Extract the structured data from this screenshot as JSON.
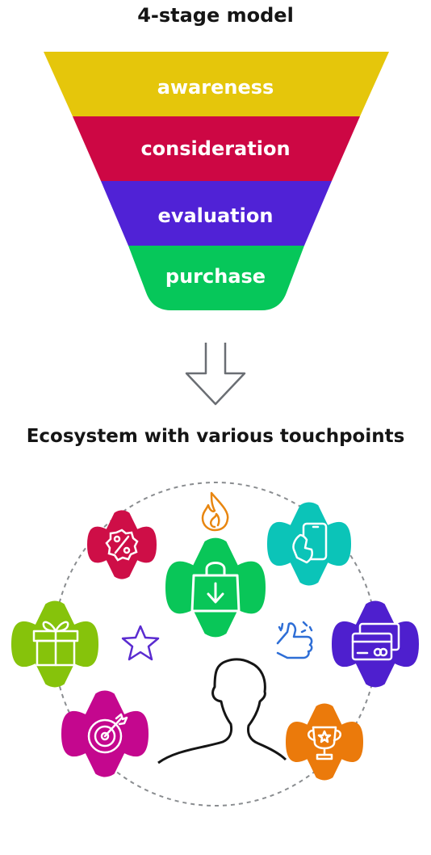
{
  "top_title": "4-stage model",
  "bottom_title": "Ecosystem with various touchpoints",
  "stages": [
    {
      "label": "awareness",
      "color": "#E5C60B"
    },
    {
      "label": "consideration",
      "color": "#CD0744"
    },
    {
      "label": "evaluation",
      "color": "#5022D6"
    },
    {
      "label": "purchase",
      "color": "#06C75A"
    }
  ],
  "touchpoints": [
    {
      "name": "discount-badge",
      "icon": "percent-badge-icon",
      "color": "#CE0E47"
    },
    {
      "name": "flame",
      "icon": "flame-icon",
      "color": "#E88610"
    },
    {
      "name": "mobile-tap",
      "icon": "phone-tap-icon",
      "color": "#0BC4B8"
    },
    {
      "name": "shopping-bag",
      "icon": "shopping-bag-download-icon",
      "color": "#09C658"
    },
    {
      "name": "gift",
      "icon": "gift-icon",
      "color": "#86C30B"
    },
    {
      "name": "star",
      "icon": "star-icon",
      "color": "#5A2BD0"
    },
    {
      "name": "thumbs-up",
      "icon": "sparkle-thumbs-up-icon",
      "color": "#2E6ED6"
    },
    {
      "name": "payment-cards",
      "icon": "credit-cards-icon",
      "color": "#4E1FCE"
    },
    {
      "name": "target",
      "icon": "target-arrow-icon",
      "color": "#C4078E"
    },
    {
      "name": "trophy",
      "icon": "trophy-icon",
      "color": "#EB7A0B"
    }
  ],
  "person": {
    "icon": "person-silhouette-icon"
  }
}
